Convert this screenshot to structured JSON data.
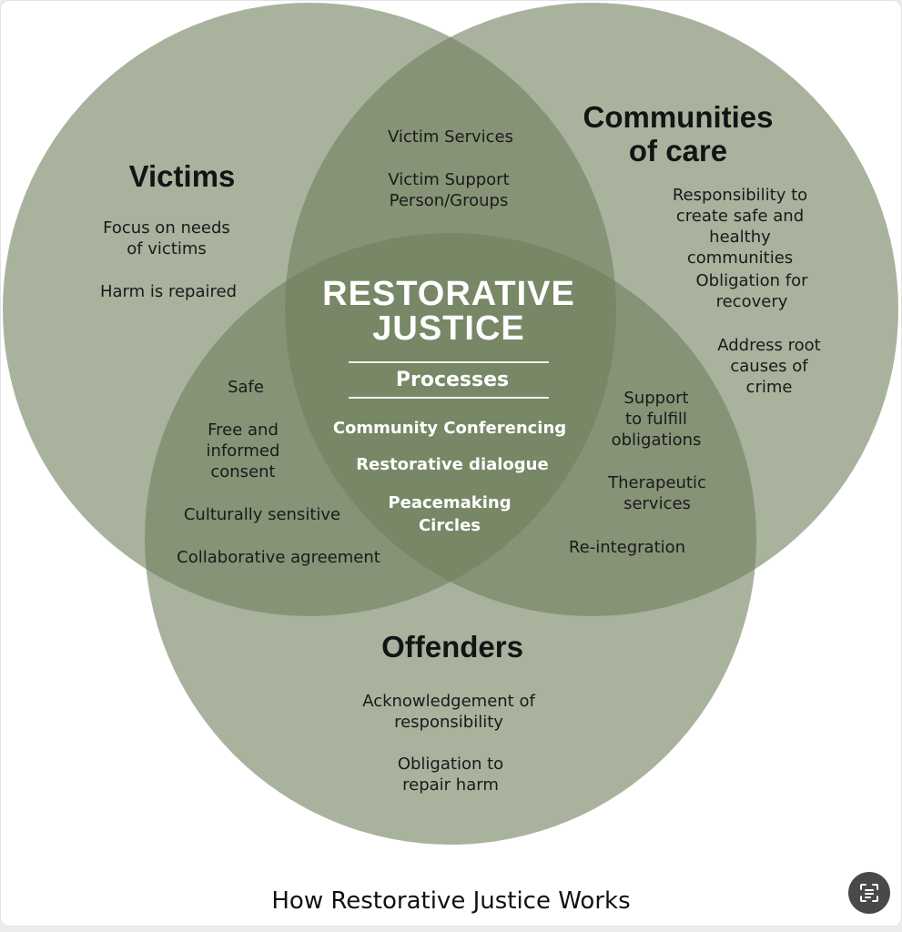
{
  "colors": {
    "circle_fill": "#6f7f5c",
    "background": "#ffffff",
    "caption_text": "#111111"
  },
  "victims": {
    "title": "Victims",
    "items": [
      "Focus on needs\nof victims",
      "Harm is repaired"
    ]
  },
  "communities": {
    "title": "Communities\nof care",
    "items": [
      "Responsibility to\ncreate safe and\nhealthy communities",
      "Obligation for\nrecovery",
      "Address root\ncauses of\ncrime"
    ]
  },
  "offenders": {
    "title": "Offenders",
    "items": [
      "Acknowledgement of\nresponsibility",
      "Obligation to\nrepair harm"
    ]
  },
  "victims_communities": {
    "items": [
      "Victim Services",
      "Victim Support\nPerson/Groups"
    ]
  },
  "victims_offenders": {
    "items": [
      "Safe",
      "Free and\ninformed\nconsent",
      "Culturally sensitive",
      "Collaborative agreement"
    ]
  },
  "communities_offenders": {
    "items": [
      "Support\nto fulfill\nobligations",
      "Therapeutic\nservices",
      "Re-integration"
    ]
  },
  "center": {
    "title": "RESTORATIVE\nJUSTICE",
    "subtitle": "Processes",
    "items": [
      "Community Conferencing",
      "Restorative dialogue",
      "Peacemaking\nCircles"
    ]
  },
  "caption": "How Restorative Justice Works",
  "fab": {
    "icon": "text-scan-icon"
  }
}
